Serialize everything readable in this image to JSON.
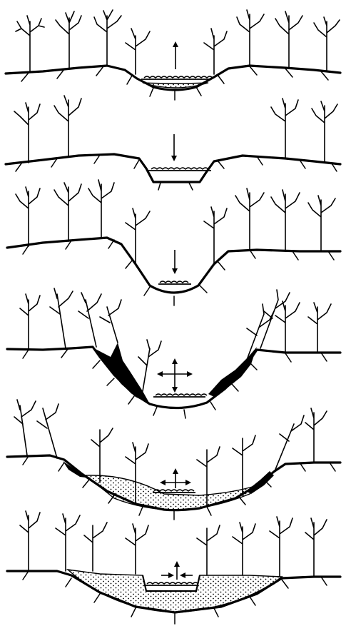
{
  "figure": {
    "colors": {
      "ink": "#000000",
      "paper": "#ffffff"
    },
    "stages": [
      {
        "id": "stage-1",
        "pool": "shallow-basin",
        "water_arrow": "up",
        "sediment_fill": "thin",
        "slumps": false
      },
      {
        "id": "stage-2",
        "pool": "flat-bottom-pond",
        "water_arrow": "down",
        "sediment_fill": "none",
        "slumps": false
      },
      {
        "id": "stage-3",
        "pool": "deep-basin",
        "water_arrow": "down",
        "sediment_fill": "none",
        "slumps": false
      },
      {
        "id": "stage-4",
        "pool": "steep-basin",
        "water_arrow": "up-down-left-right",
        "sediment_fill": "none",
        "slumps": true
      },
      {
        "id": "stage-5",
        "pool": "broad-basin",
        "water_arrow": "up-left-right",
        "sediment_fill": "partial",
        "slumps": true
      },
      {
        "id": "stage-6",
        "pool": "filled-basin",
        "water_arrow": "up-left-right",
        "sediment_fill": "extensive",
        "slumps": false
      }
    ]
  }
}
